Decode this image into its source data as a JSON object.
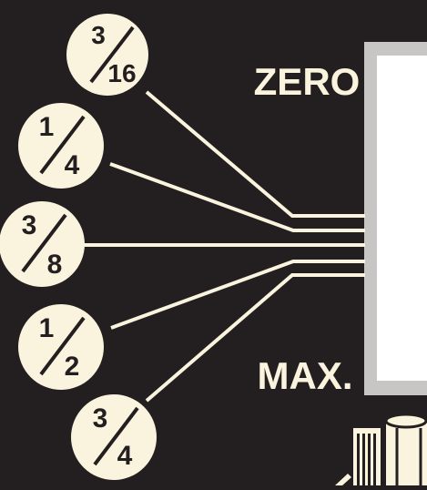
{
  "labels": {
    "zero": "ZERO",
    "max": "MAX."
  },
  "markers": [
    {
      "numerator": "3",
      "denominator": "16"
    },
    {
      "numerator": "1",
      "denominator": "4"
    },
    {
      "numerator": "3",
      "denominator": "8"
    },
    {
      "numerator": "1",
      "denominator": "2"
    },
    {
      "numerator": "3",
      "denominator": "4"
    }
  ],
  "colors": {
    "background": "#231f20",
    "foreground": "#faf3dd",
    "gauge_frame": "#c8c6c4",
    "gauge_face": "#ffffff"
  }
}
